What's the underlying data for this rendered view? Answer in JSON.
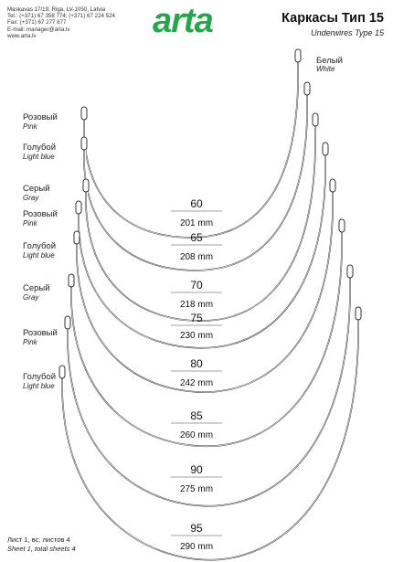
{
  "company": {
    "address": "Maskavas 17/19, Riga, LV-1050, Latvia",
    "tel": "Tel.: (+371) 67 358 774; (+371) 67 224 524",
    "fax": "Fax: (+371) 67 277 877",
    "email": "E-mail: manager@arta.lv",
    "web": "www.arta.lv",
    "logo": "arta",
    "brand_color": "#22a84a"
  },
  "title": {
    "ru": "Каркасы Тип 15",
    "en": "Underwires Type 15"
  },
  "wires": [
    {
      "size": "60",
      "length": "201 mm",
      "color_ru": "Розовый",
      "color_en": "Pink"
    },
    {
      "size": "65",
      "length": "208 mm",
      "color_ru": "Голубой",
      "color_en": "Light blue"
    },
    {
      "size": "70",
      "length": "218 mm",
      "color_ru": "Серый",
      "color_en": "Gray"
    },
    {
      "size": "75",
      "length": "230 mm",
      "color_ru": "Розовый",
      "color_en": "Pink"
    },
    {
      "size": "80",
      "length": "242 mm",
      "color_ru": "Голубой",
      "color_en": "Light blue"
    },
    {
      "size": "85",
      "length": "260 mm",
      "color_ru": "Серый",
      "color_en": "Gray"
    },
    {
      "size": "90",
      "length": "275 mm",
      "color_ru": "Розовый",
      "color_en": "Pink"
    },
    {
      "size": "95",
      "length": "290 mm",
      "color_ru": "Голубой",
      "color_en": "Light blue"
    }
  ],
  "white_label": {
    "ru": "Белый",
    "en": "White"
  },
  "footer": {
    "ru": "Лист 1, вс. листов 4",
    "en": "Sheet 1, total sheets 4"
  }
}
